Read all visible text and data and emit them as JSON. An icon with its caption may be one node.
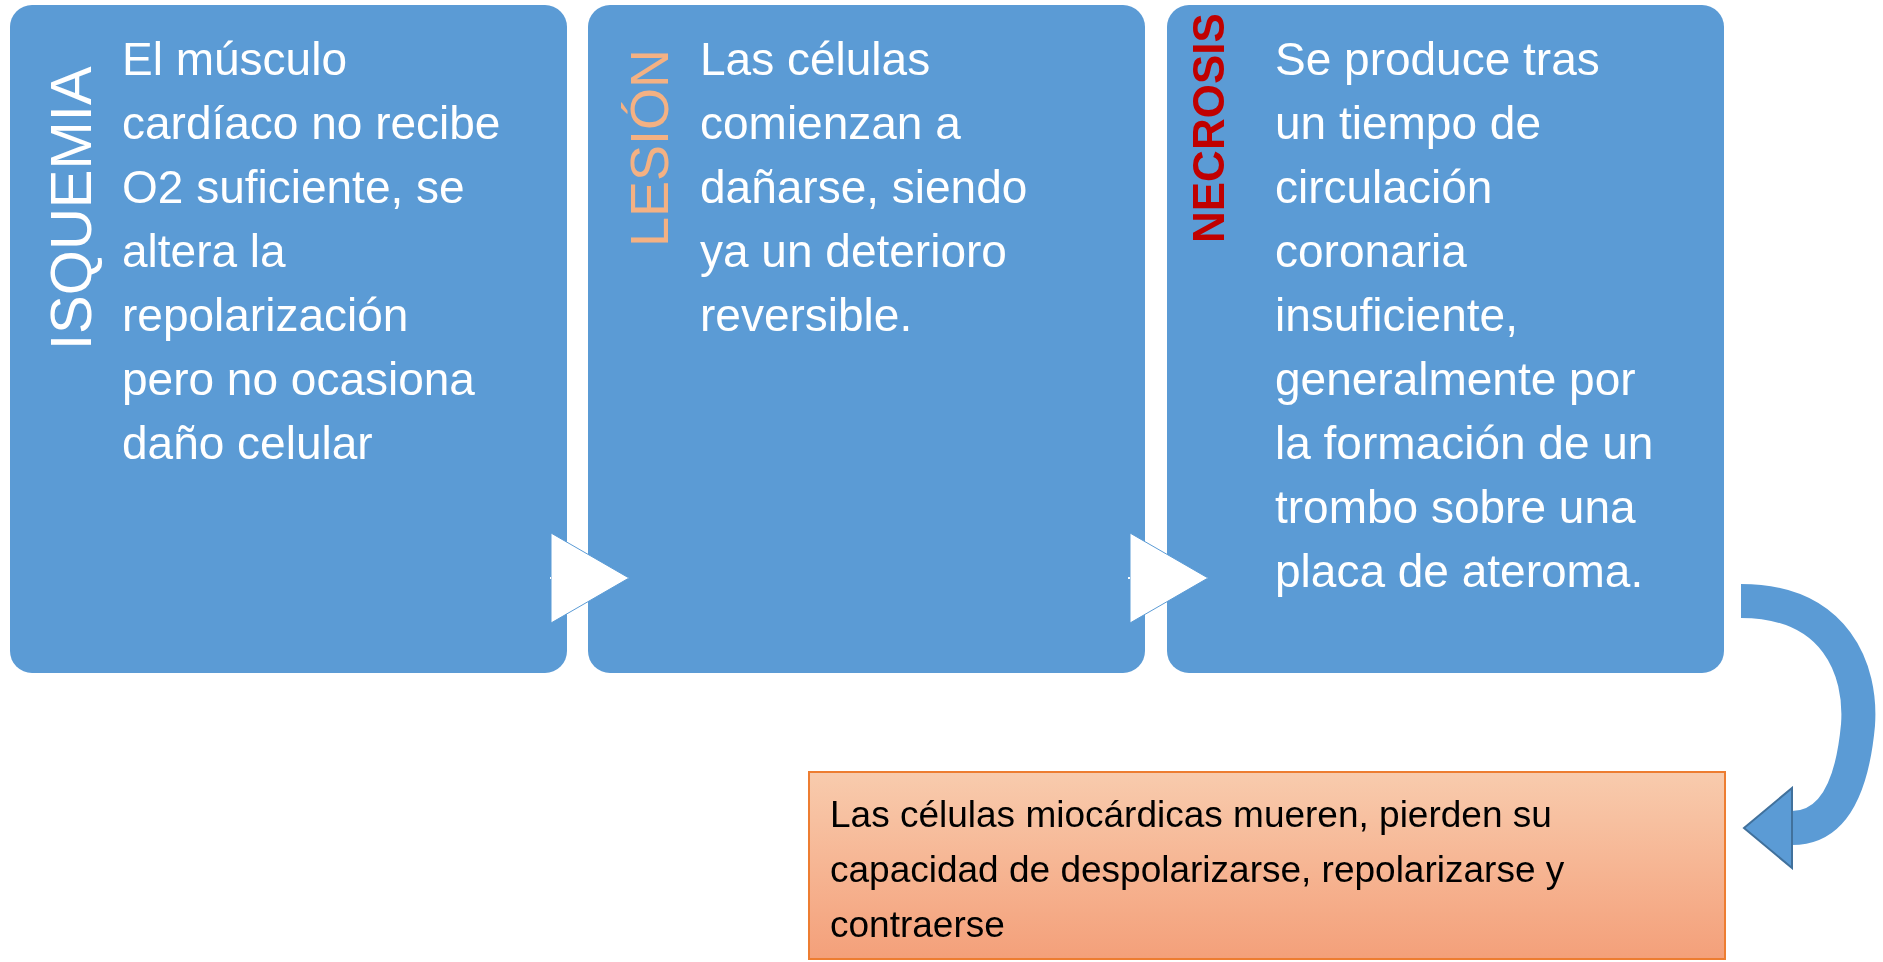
{
  "diagram": {
    "nodes": [
      {
        "text": [
          "ISQUEMIA",
          "El músculo cardíaco no recibe O2 suficiente, se altera la repolarización pero no ocasiona daño celular"
        ]
      },
      {
        "text": [
          "LESIÓN",
          "Las células comienzan a dañarse, siendo ya un deterioro reversible."
        ]
      },
      {
        "text": [
          "NECROSIS",
          "Se produce tras un tiempo de circulación coronaria insuficiente, generalmente por la formación de un trombo sobre una placa de ateroma."
        ]
      },
      {
        "text": [
          "Las células miocárdicas mueren, pierden su capacidad de despolarizarse, repolarizarse y contraerse"
        ]
      }
    ],
    "edges": [
      {
        "from": 0,
        "to": 1,
        "arrow": "to"
      },
      {
        "from": 1,
        "to": 2,
        "arrow": "to"
      },
      {
        "from": 2,
        "to": 3,
        "arrow": "to",
        "style": "thick",
        "color": "#5b9bd5"
      }
    ]
  }
}
